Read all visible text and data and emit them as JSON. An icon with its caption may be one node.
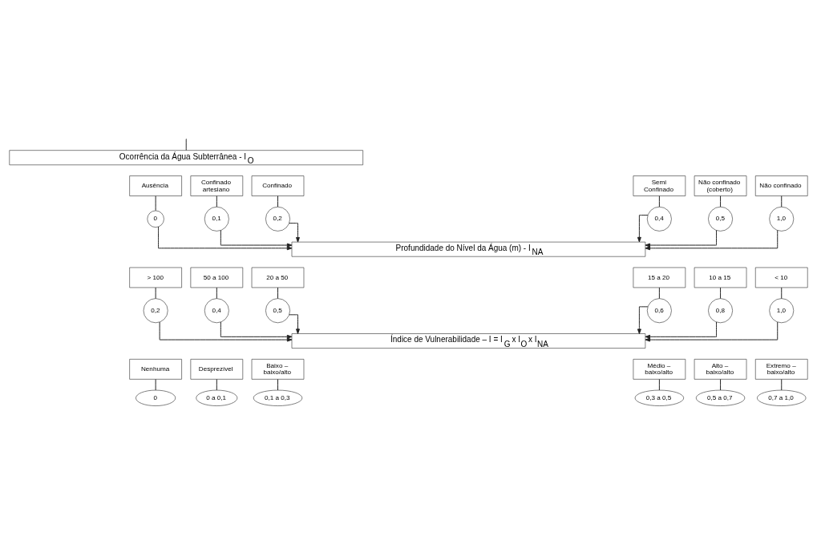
{
  "diagram": {
    "nodes": [
      {
        "text": [
          "Ocorrência da Água Subterrânea - I$_{O}$"
        ]
      },
      {
        "text": [
          "Ausência"
        ]
      },
      {
        "text": [
          "Confinado artesiano"
        ]
      },
      {
        "text": [
          "Confinado"
        ]
      },
      {
        "text": [
          "Semi Confinado"
        ]
      },
      {
        "text": [
          "Não confinado (coberto)"
        ]
      },
      {
        "text": [
          "Não confinado"
        ]
      },
      {
        "text": [
          "0"
        ]
      },
      {
        "text": [
          "0,1"
        ]
      },
      {
        "text": [
          "0,2"
        ]
      },
      {
        "text": [
          "0,4"
        ]
      },
      {
        "text": [
          "0,5"
        ]
      },
      {
        "text": [
          "1,0"
        ]
      },
      {
        "text": [
          "Profundidade do Nível da Água (m) - I$_{NA}$"
        ]
      },
      {
        "text": [
          "> 100"
        ]
      },
      {
        "text": [
          "50 a 100"
        ]
      },
      {
        "text": [
          "20 a 50"
        ]
      },
      {
        "text": [
          "15 a 20"
        ]
      },
      {
        "text": [
          "10 a 15"
        ]
      },
      {
        "text": [
          "< 10"
        ]
      },
      {
        "text": [
          "0,2"
        ]
      },
      {
        "text": [
          "0,4"
        ]
      },
      {
        "text": [
          "0,5"
        ]
      },
      {
        "text": [
          "0,6"
        ]
      },
      {
        "text": [
          "0,8"
        ]
      },
      {
        "text": [
          "1,0"
        ]
      },
      {
        "text": [
          "Índice de Vulnerabilidade – I = I$_{G}$ x I$_{O}$ x I$_{NA}$"
        ]
      },
      {
        "text": [
          "Nenhuma"
        ]
      },
      {
        "text": [
          "Desprezível"
        ]
      },
      {
        "text": [
          "Baixo – baixo/alto"
        ]
      },
      {
        "text": [
          "Médio – baixo/alto"
        ]
      },
      {
        "text": [
          "Alto – baixo/alto"
        ]
      },
      {
        "text": [
          "Extremo – baixo/alto"
        ]
      },
      {
        "text": [
          "0"
        ]
      },
      {
        "text": [
          "0 a 0,1"
        ]
      },
      {
        "text": [
          "0,1 a 0,3"
        ]
      },
      {
        "text": [
          "0,3 a 0,5"
        ]
      },
      {
        "text": [
          "0,5 a 0,7"
        ]
      },
      {
        "text": [
          "0,7 a 1,0"
        ]
      }
    ],
    "edges": [
      {
        "from": null,
        "to": 0,
        "arrow": "none"
      },
      {
        "from": 1,
        "to": 7,
        "arrow": "none"
      },
      {
        "from": 2,
        "to": 8,
        "arrow": "none"
      },
      {
        "from": 3,
        "to": 9,
        "arrow": "none"
      },
      {
        "from": 4,
        "to": 10,
        "arrow": "none"
      },
      {
        "from": 5,
        "to": 11,
        "arrow": "none"
      },
      {
        "from": 6,
        "to": 12,
        "arrow": "none"
      },
      {
        "from": 7,
        "to": 13,
        "arrow": "to"
      },
      {
        "from": 8,
        "to": 13,
        "arrow": "to"
      },
      {
        "from": 9,
        "to": 13,
        "arrow": "to"
      },
      {
        "from": 10,
        "to": 13,
        "arrow": "to"
      },
      {
        "from": 11,
        "to": 13,
        "arrow": "to"
      },
      {
        "from": 12,
        "to": 13,
        "arrow": "to"
      },
      {
        "from": 14,
        "to": 20,
        "arrow": "none"
      },
      {
        "from": 15,
        "to": 21,
        "arrow": "none"
      },
      {
        "from": 16,
        "to": 22,
        "arrow": "none"
      },
      {
        "from": 17,
        "to": 23,
        "arrow": "none"
      },
      {
        "from": 18,
        "to": 24,
        "arrow": "none"
      },
      {
        "from": 19,
        "to": 25,
        "arrow": "none"
      },
      {
        "from": 20,
        "to": 26,
        "arrow": "to"
      },
      {
        "from": 21,
        "to": 26,
        "arrow": "to"
      },
      {
        "from": 22,
        "to": 26,
        "arrow": "to"
      },
      {
        "from": 23,
        "to": 26,
        "arrow": "to"
      },
      {
        "from": 24,
        "to": 26,
        "arrow": "to"
      },
      {
        "from": 25,
        "to": 26,
        "arrow": "to"
      },
      {
        "from": 27,
        "to": 33,
        "arrow": "none"
      },
      {
        "from": 28,
        "to": 34,
        "arrow": "none"
      },
      {
        "from": 29,
        "to": 35,
        "arrow": "none"
      },
      {
        "from": 30,
        "to": 36,
        "arrow": "none"
      },
      {
        "from": 31,
        "to": 37,
        "arrow": "none"
      },
      {
        "from": 32,
        "to": 38,
        "arrow": "none"
      }
    ]
  }
}
